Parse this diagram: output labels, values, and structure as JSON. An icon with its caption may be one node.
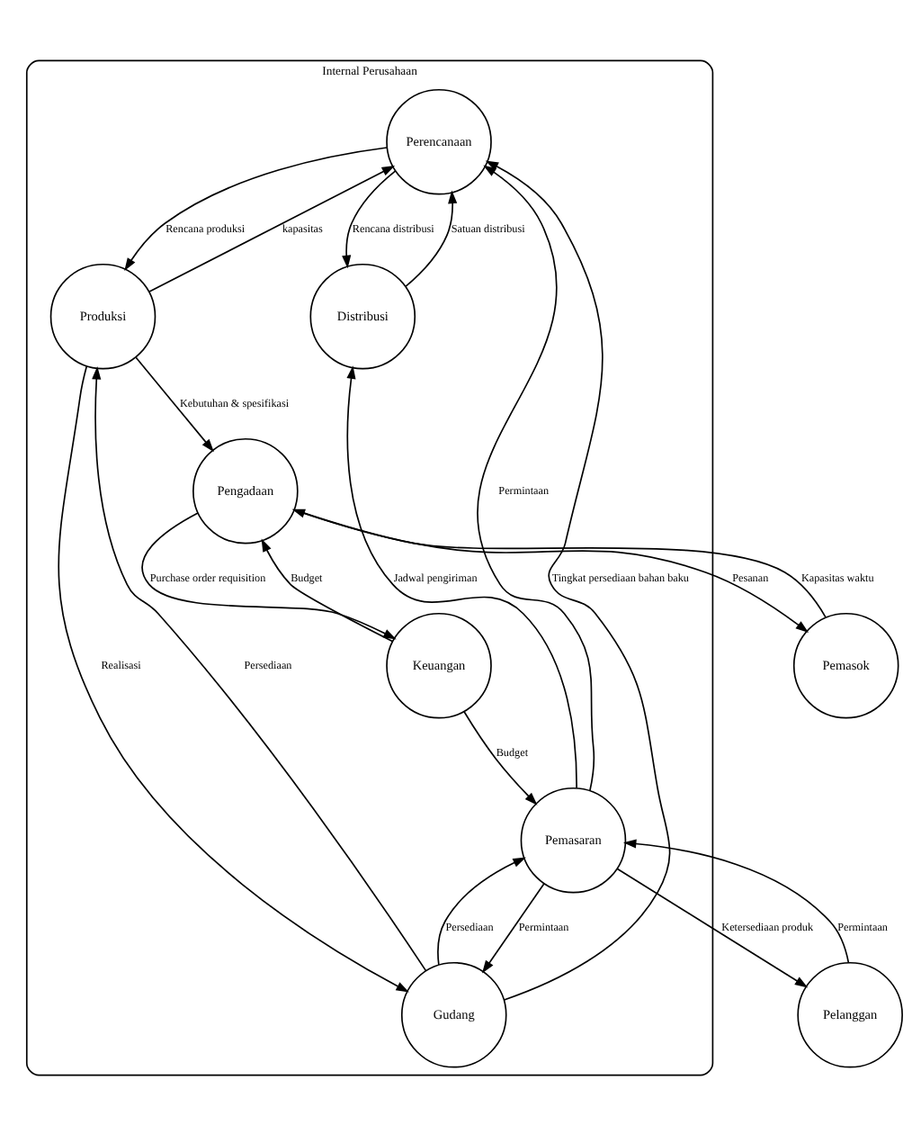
{
  "diagram": {
    "nodes": [
      {
        "text": [
          "Internal Perusahaan"
        ]
      },
      {
        "text": [
          "Perencanaan"
        ],
        "in": 0
      },
      {
        "text": [
          "Produksi"
        ],
        "in": 0
      },
      {
        "text": [
          "Distribusi"
        ],
        "in": 0
      },
      {
        "text": [
          "Pemasok"
        ]
      },
      {
        "text": [
          "Gudang"
        ],
        "in": 0
      },
      {
        "text": [
          "Pelanggan"
        ]
      },
      {
        "text": [
          "Pengadaan"
        ],
        "in": 0
      },
      {
        "text": [
          "Pemasaran"
        ],
        "in": 0
      },
      {
        "text": [
          "Keuangan"
        ],
        "in": 0
      }
    ],
    "edges": [
      {
        "from": 2,
        "to": 1,
        "arrow": "to",
        "label": "kapasitas"
      },
      {
        "from": 1,
        "to": 3,
        "arrow": "to",
        "label": "Rencana distribusi"
      },
      {
        "from": 3,
        "to": 1,
        "arrow": "to",
        "label": "Satuan distribusi"
      },
      {
        "from": 1,
        "to": 2,
        "arrow": "to",
        "label": "Rencana produksi"
      },
      {
        "from": 5,
        "to": 1,
        "arrow": "to",
        "label": "Tingkat persediaan bahan baku"
      },
      {
        "from": 5,
        "to": 2,
        "arrow": "to",
        "label": "Persediaan"
      },
      {
        "from": 8,
        "to": 1,
        "arrow": "to",
        "label": "Permintaan"
      },
      {
        "from": 2,
        "to": 5,
        "arrow": "to",
        "label": "Realisasi"
      },
      {
        "from": 8,
        "to": 3,
        "arrow": "to",
        "label": "Jadwal pengiriman"
      },
      {
        "from": 8,
        "to": 6,
        "arrow": "to",
        "label": "Ketersediaan produk"
      },
      {
        "from": 6,
        "to": 8,
        "arrow": "to",
        "label": "Permintaan"
      },
      {
        "from": 8,
        "to": 5,
        "arrow": "to",
        "label": "Permintaan"
      },
      {
        "from": 5,
        "to": 8,
        "arrow": "to",
        "label": "Persediaan"
      },
      {
        "from": 2,
        "to": 7,
        "arrow": "to",
        "label": "Kebutuhan & spesifikasi"
      },
      {
        "from": 7,
        "to": 4,
        "arrow": "to",
        "label": "Pesanan"
      },
      {
        "from": 4,
        "to": 7,
        "arrow": "to",
        "label": "Kapasitas waktu"
      },
      {
        "from": 9,
        "to": 7,
        "arrow": "to",
        "label": "Budget"
      },
      {
        "from": 9,
        "to": 8,
        "arrow": "to",
        "label": "Budget"
      },
      {
        "from": 7,
        "to": 9,
        "arrow": "to",
        "label": "Purchase order requisition"
      }
    ]
  }
}
